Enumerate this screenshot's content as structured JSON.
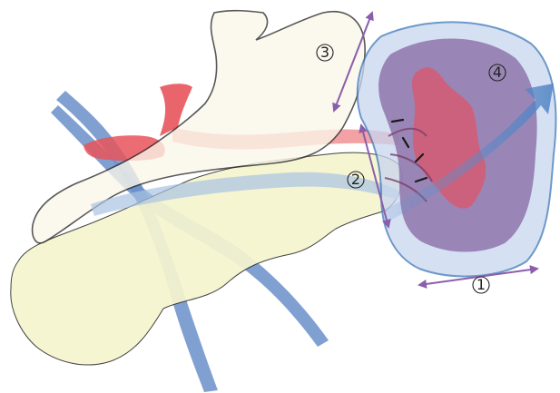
{
  "labels": {
    "one": "1",
    "two": "2",
    "three": "3",
    "four": "4"
  },
  "colors": {
    "stomach_fill": "#fbf7ea",
    "pancreas_fill": "#f6f5cf",
    "vein": "#6a8fc9",
    "artery": "#e8535b",
    "spleen_fill": "#8a6fa6",
    "spleen_outline": "#3c78b6",
    "hilum": "#cf5f7a",
    "arrow": "#8b5eac",
    "big_arrow": "#5a87c2"
  }
}
